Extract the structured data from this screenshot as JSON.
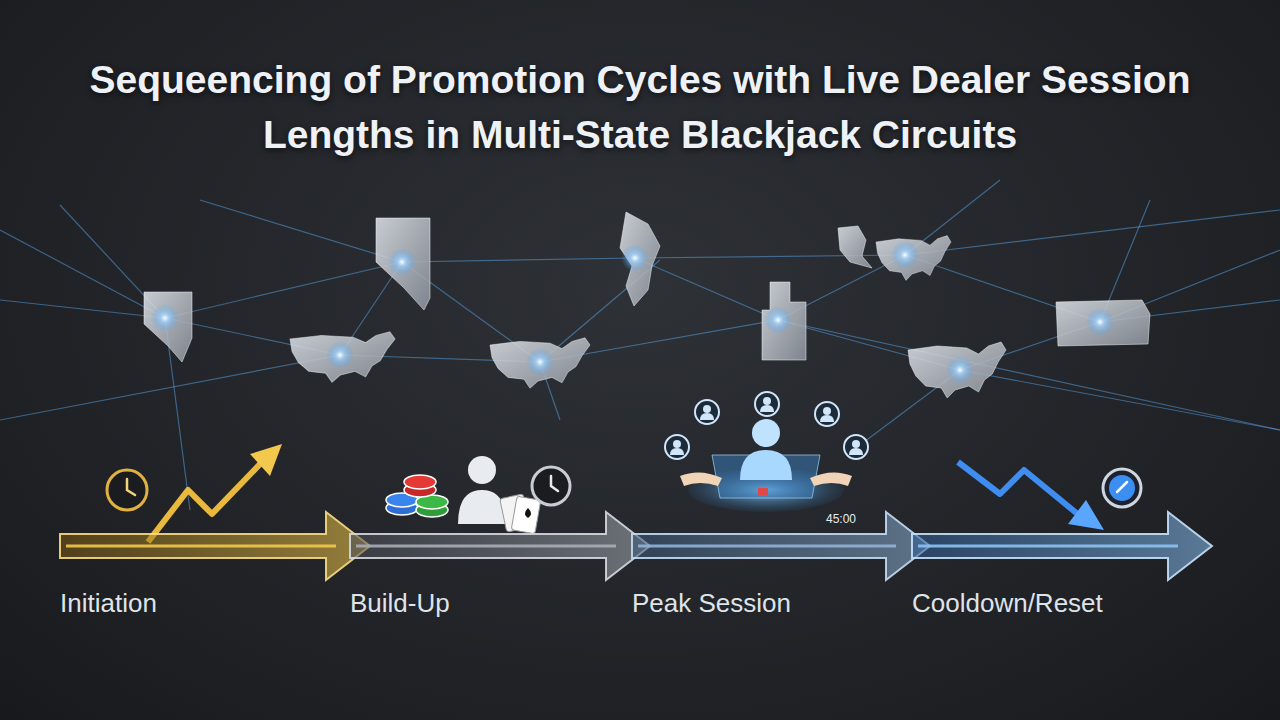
{
  "diagram": {
    "title": "Sequeencing of Promotion Cycles with Live Dealer Session Lengths in Multi-State Blackjack Circuits",
    "nodes": [
      {
        "text": [
          "Initiation"
        ]
      },
      {
        "text": [
          "Build-Up"
        ]
      },
      {
        "text": [
          "Peak Session"
        ]
      },
      {
        "text": [
          "Cooldown/Reset"
        ]
      }
    ],
    "labels": [
      "45:00"
    ]
  }
}
